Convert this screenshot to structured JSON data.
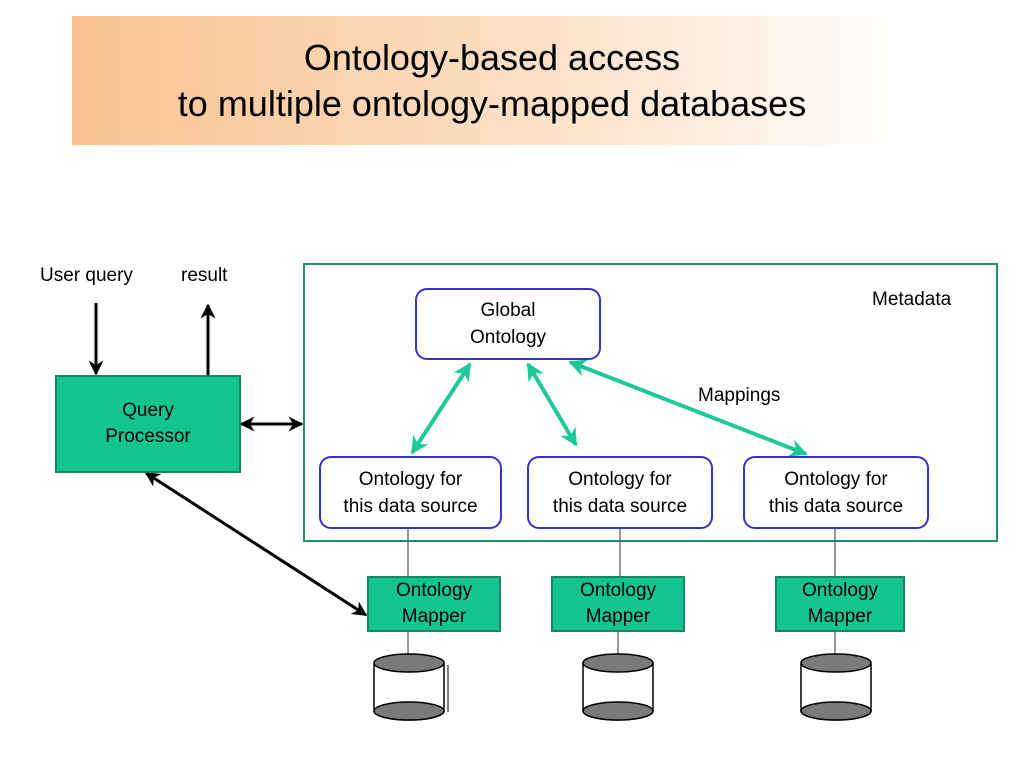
{
  "title": {
    "line1": "Ontology-based access",
    "line2": "to multiple ontology-mapped databases"
  },
  "labels": {
    "user_query": "User query",
    "result": "result",
    "metadata": "Metadata",
    "mappings": "Mappings"
  },
  "global_ontology": {
    "line1": "Global",
    "line2": "Ontology"
  },
  "query_processor": {
    "line1": "Query",
    "line2": "Processor"
  },
  "local_ontologies": [
    {
      "line1": "Ontology for",
      "line2": "this data source"
    },
    {
      "line1": "Ontology for",
      "line2": "this data source"
    },
    {
      "line1": "Ontology for",
      "line2": "this data source"
    }
  ],
  "mappers": [
    {
      "line1": "Ontology",
      "line2": "Mapper"
    },
    {
      "line1": "Ontology",
      "line2": "Mapper"
    },
    {
      "line1": "Ontology",
      "line2": "Mapper"
    }
  ],
  "databases": [
    "database-icon",
    "database-icon",
    "database-icon"
  ],
  "colors": {
    "banner_start": "#f9c290",
    "metadata_frame": "#1f8f5f",
    "ontology_border": "#3535c8",
    "green_box": "#11c490",
    "mapping_arrow": "#1dc99a",
    "arrow_black": "#000000",
    "db_cap": "#7a7a7a"
  }
}
